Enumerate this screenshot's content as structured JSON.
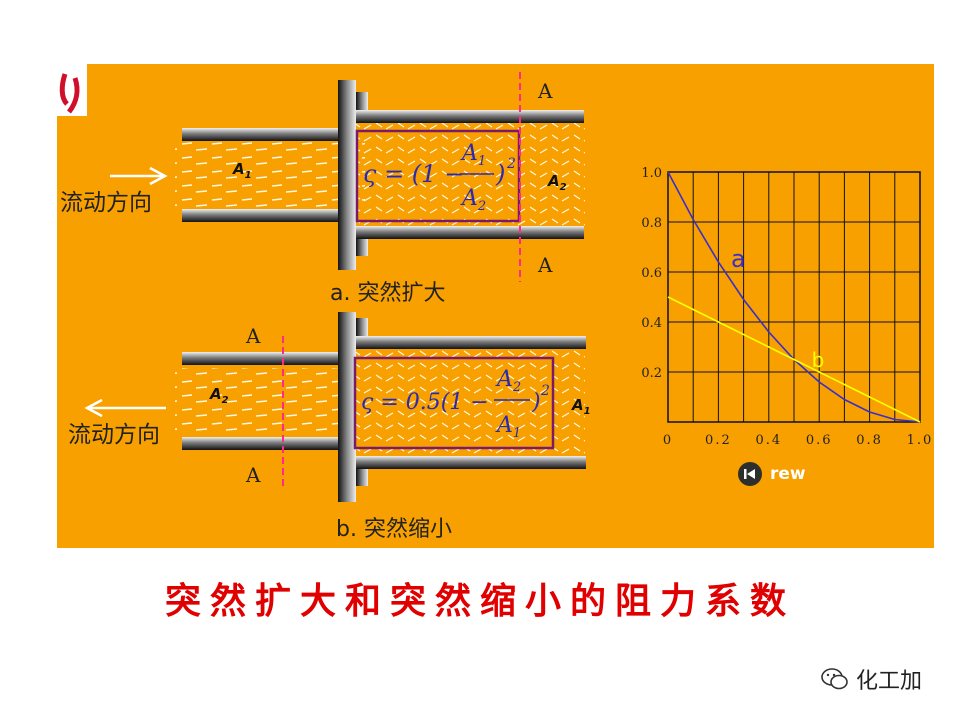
{
  "diagram_a": {
    "caption": "a. 突然扩大",
    "flow_label": "流动方向",
    "area_small": "A",
    "area_small_sub": "1",
    "area_large": "A",
    "area_large_sub": "2",
    "section_top": "A",
    "section_bottom": "A",
    "formula": {
      "lhs": "ς = (1 −",
      "num": "A",
      "num_sub": "1",
      "den": "A",
      "den_sub": "2",
      "rhs": ")",
      "exp": "2"
    }
  },
  "diagram_b": {
    "caption": "b. 突然缩小",
    "flow_label": "流动方向",
    "area_small": "A",
    "area_small_sub": "2",
    "area_large": "A",
    "area_large_sub": "1",
    "section_top": "A",
    "section_bottom": "A",
    "formula": {
      "lhs": "ς = 0.5(1 −",
      "num": "A",
      "num_sub": "2",
      "den": "A",
      "den_sub": "1",
      "rhs": ")",
      "exp": "2"
    }
  },
  "chart_data": {
    "type": "line",
    "xlim": [
      0,
      1.0
    ],
    "ylim": [
      0,
      1.0
    ],
    "x_ticks": [
      "0",
      "0.2",
      "0.4",
      "0.6",
      "0.8",
      "1.0"
    ],
    "y_ticks": [
      "0.2",
      "0.4",
      "0.6",
      "0.8",
      "1.0"
    ],
    "grid": true,
    "series": [
      {
        "name": "a",
        "color": "#3a2fc8",
        "x": [
          0,
          0.1,
          0.2,
          0.3,
          0.4,
          0.5,
          0.6,
          0.7,
          0.8,
          0.9,
          1.0
        ],
        "y": [
          1.0,
          0.81,
          0.64,
          0.49,
          0.36,
          0.25,
          0.16,
          0.09,
          0.04,
          0.01,
          0.0
        ]
      },
      {
        "name": "b",
        "color": "#ffff00",
        "x": [
          0,
          0.1,
          0.2,
          0.3,
          0.4,
          0.5,
          0.6,
          0.7,
          0.8,
          0.9,
          1.0
        ],
        "y": [
          0.5,
          0.45,
          0.4,
          0.35,
          0.3,
          0.25,
          0.2,
          0.15,
          0.1,
          0.05,
          0.0
        ]
      }
    ]
  },
  "replay": {
    "label": "rew"
  },
  "bottom_title": "突然扩大和突然缩小的阻力系数",
  "wechat": {
    "label": "化工加"
  }
}
